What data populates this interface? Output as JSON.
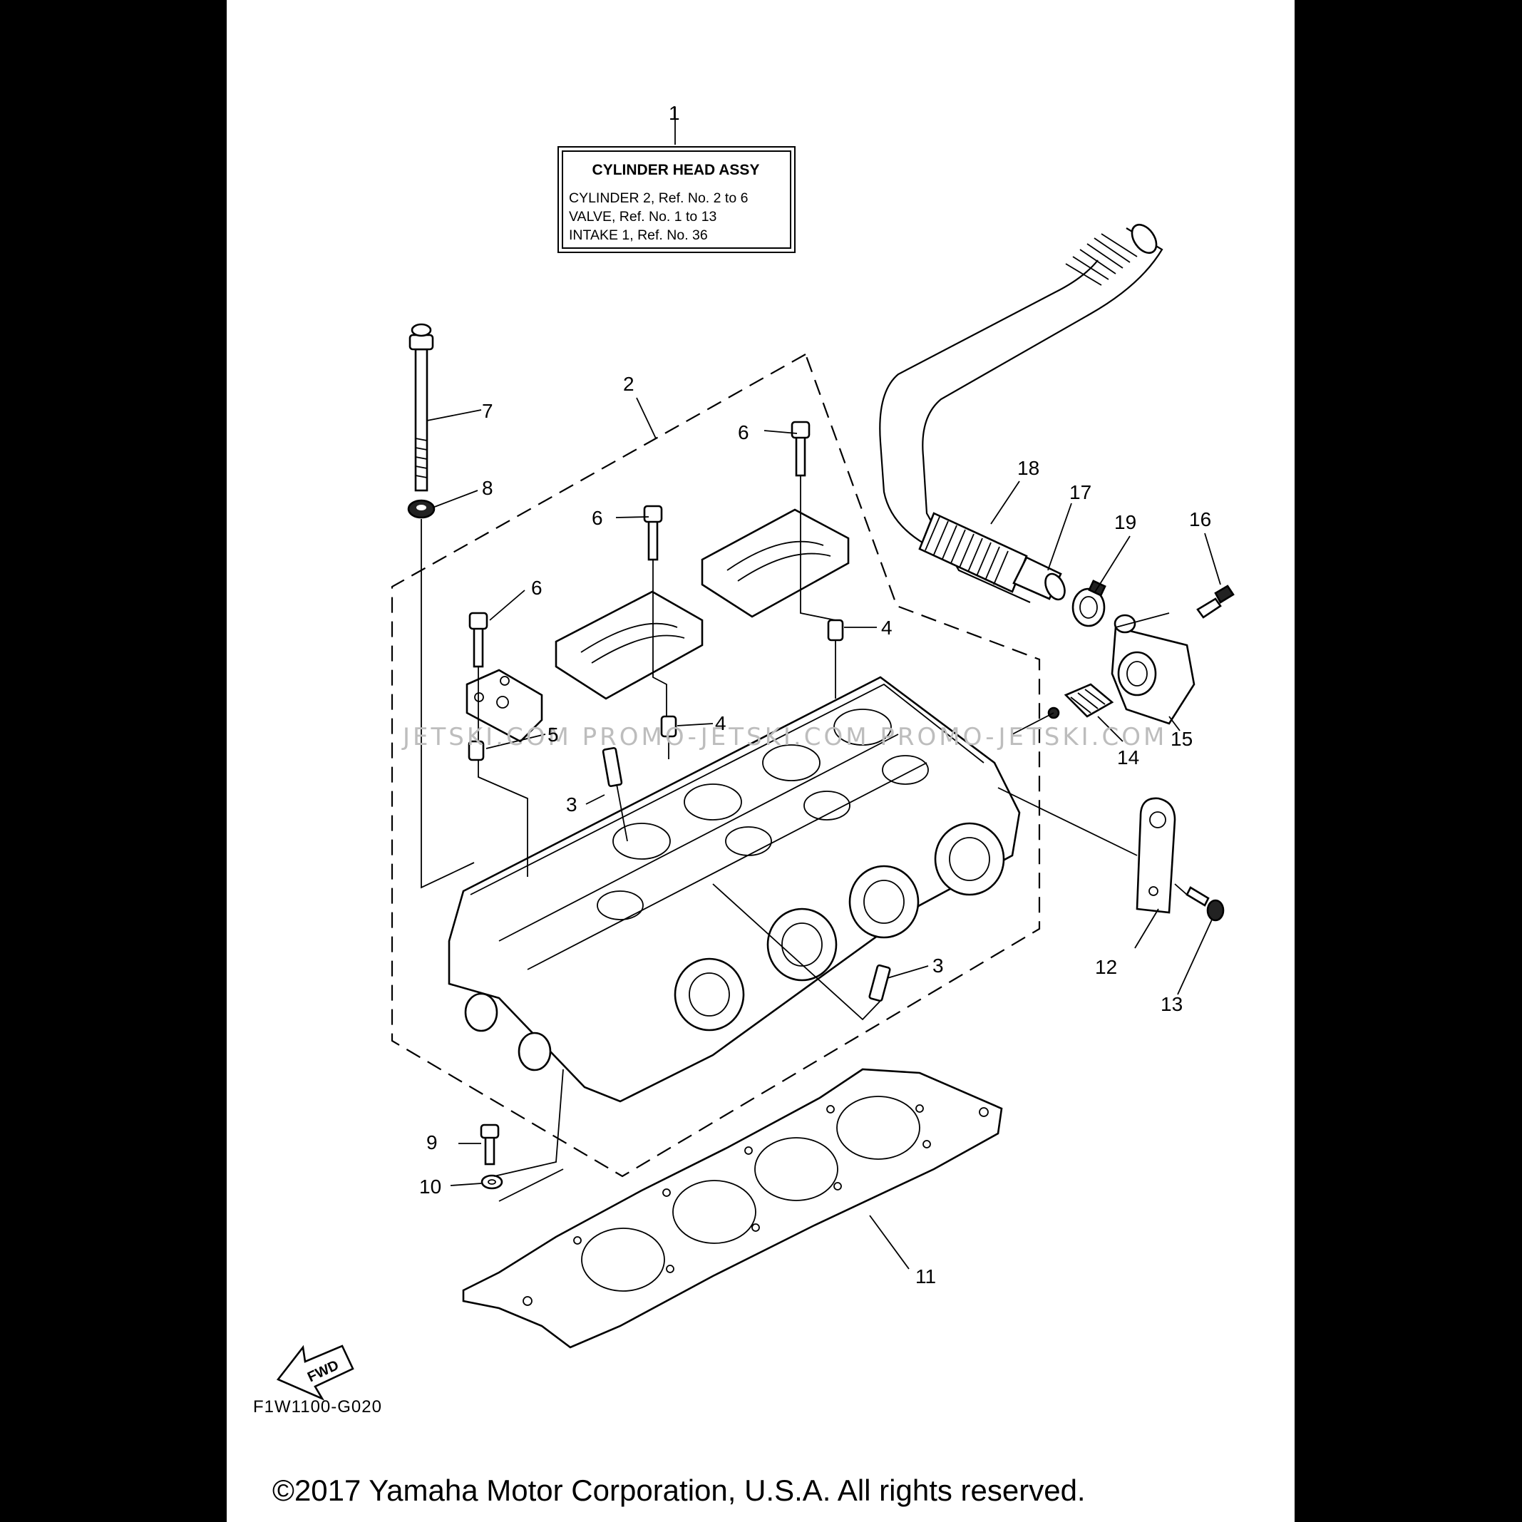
{
  "legend_box": {
    "title": "CYLINDER HEAD ASSY",
    "rows": [
      "CYLINDER 2, Ref. No. 2 to 6",
      "VALVE, Ref. No. 1 to 13",
      "INTAKE 1, Ref. No. 36"
    ]
  },
  "callouts": {
    "c1": "1",
    "c2": "2",
    "c3a": "3",
    "c3b": "3",
    "c4a": "4",
    "c4b": "4",
    "c5": "5",
    "c6a": "6",
    "c6b": "6",
    "c6c": "6",
    "c7": "7",
    "c8": "8",
    "c9": "9",
    "c10": "10",
    "c11": "11",
    "c12": "12",
    "c13": "13",
    "c14": "14",
    "c15": "15",
    "c16": "16",
    "c17": "17",
    "c18": "18",
    "c19": "19"
  },
  "forward_arrow_label": "FWD",
  "watermark": "JETSKI.COM PROMO-JETSKI.COM PROMO-JETSKI.COM",
  "diagram_code": "F1W1100-G020",
  "copyright": "©2017 Yamaha Motor Corporation, U.S.A. All rights reserved."
}
